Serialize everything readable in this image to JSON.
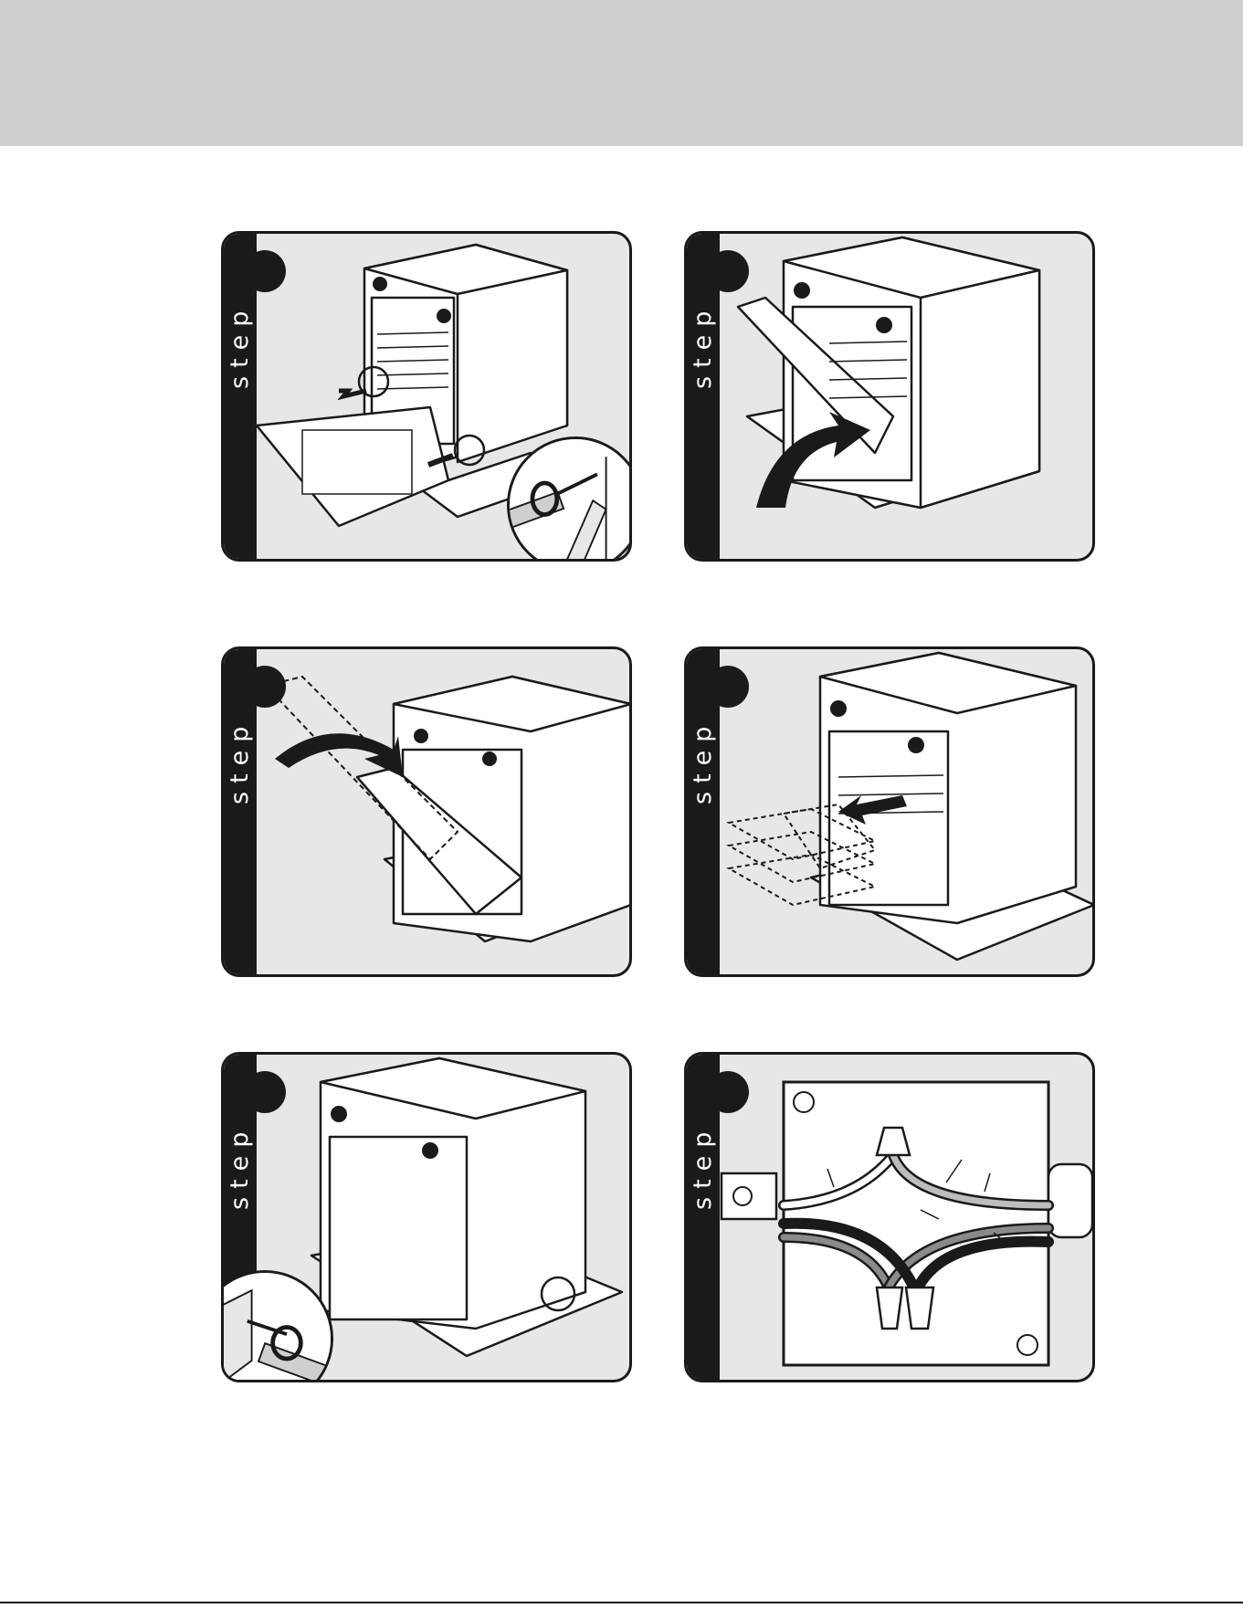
{
  "page": {
    "step_word": "step",
    "panel_count": 6
  },
  "panels": [
    {
      "step_word": "step"
    },
    {
      "step_word": "step"
    },
    {
      "step_word": "step"
    },
    {
      "step_word": "step"
    },
    {
      "step_word": "step"
    },
    {
      "step_word": "step"
    }
  ],
  "colors": {
    "header_band": "#cfcfcf",
    "panel_bg": "#e6e7e8",
    "ink": "#1a1a1a",
    "wire_grey": "#8a8a8a",
    "wire_light": "#bdbdbd"
  }
}
